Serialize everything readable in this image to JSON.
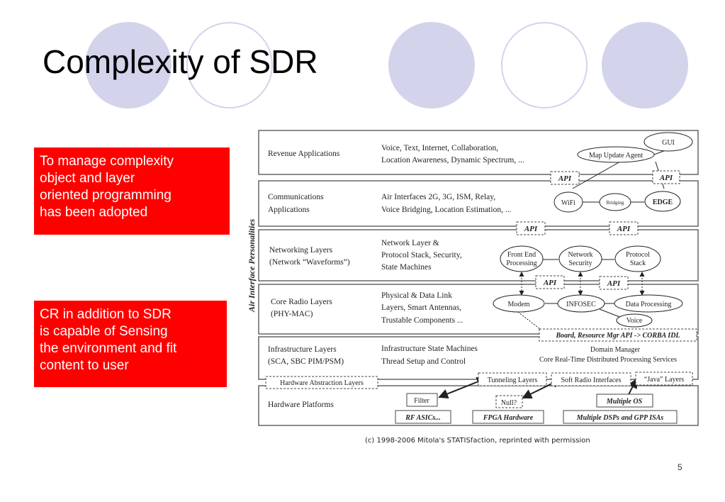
{
  "slide": {
    "title": "Complexity of SDR",
    "page_number": "5",
    "accent_color": "#d3d3ec",
    "callout_color": "#ff0000"
  },
  "callouts": [
    {
      "lines": [
        "To manage complexity",
        "object and layer",
        "oriented programming",
        "has been adopted"
      ]
    },
    {
      "lines": [
        "CR in addition to SDR",
        "is capable of Sensing",
        "the environment  and fit",
        "content to user"
      ]
    }
  ],
  "diagram": {
    "side_label": "Air Interface Personalities",
    "layers": [
      {
        "name": [
          "Revenue Applications"
        ],
        "desc": [
          "Voice, Text, Internet, Collaboration,",
          "Location Awareness, Dynamic Spectrum, ..."
        ]
      },
      {
        "name": [
          "Communications",
          "Applications"
        ],
        "desc": [
          "Air Interfaces 2G, 3G, ISM, Relay,",
          "Voice Bridging, Location Estimation, ..."
        ]
      },
      {
        "name": [
          "Networking  Layers",
          "(Network “Waveforms”)"
        ],
        "desc": [
          "Network Layer &",
          "Protocol Stack, Security,",
          "State Machines"
        ]
      },
      {
        "name": [
          "Core Radio Layers",
          "(PHY-MAC)"
        ],
        "desc": [
          "Physical & Data Link",
          "Layers, Smart Antennas,",
          "Trustable Components ..."
        ]
      },
      {
        "name": [
          "Infrastructure Layers",
          "(SCA, SBC PIM/PSM)"
        ],
        "desc": [
          "Infrastructure State Machines",
          "Thread Setup and Control"
        ]
      },
      {
        "name": [
          "Hardware Platforms"
        ],
        "desc": []
      }
    ],
    "nodes": {
      "gui": "GUI",
      "map_update_agent": "Map Update Agent",
      "wifi": "WiFi",
      "bridging": "Bridging",
      "edge": "EDGE",
      "front_end": [
        "Front End",
        "Processing"
      ],
      "network_security": [
        "Network",
        "Security"
      ],
      "protocol_stack": [
        "Protocol",
        "Stack"
      ],
      "modem": "Modem",
      "infosec": "INFOSEC",
      "data_processing": "Data Processing",
      "voice": "Voice",
      "null": "Null?"
    },
    "api_label": "API",
    "board_api": "Board, Resource Mgr API -> CORBA IDL",
    "domain_manager": [
      "Domain Manager",
      "Core Real-Time Distributed Processing Services"
    ],
    "hal": "Hardware Abstraction Layers",
    "tunneling": "Tunneling Layers",
    "soft_radio": "Soft Radio Interfaces",
    "java_layers": "“Java” Layers",
    "filter": "Filter",
    "multiple_os": "Multiple OS",
    "rf_asics": "RF ASICs...",
    "fpga": "FPGA Hardware",
    "dsps": "Multiple DSPs and GPP ISAs"
  },
  "credit": "(c) 1998-2006 Mitola's STATISfaction, reprinted with permission"
}
